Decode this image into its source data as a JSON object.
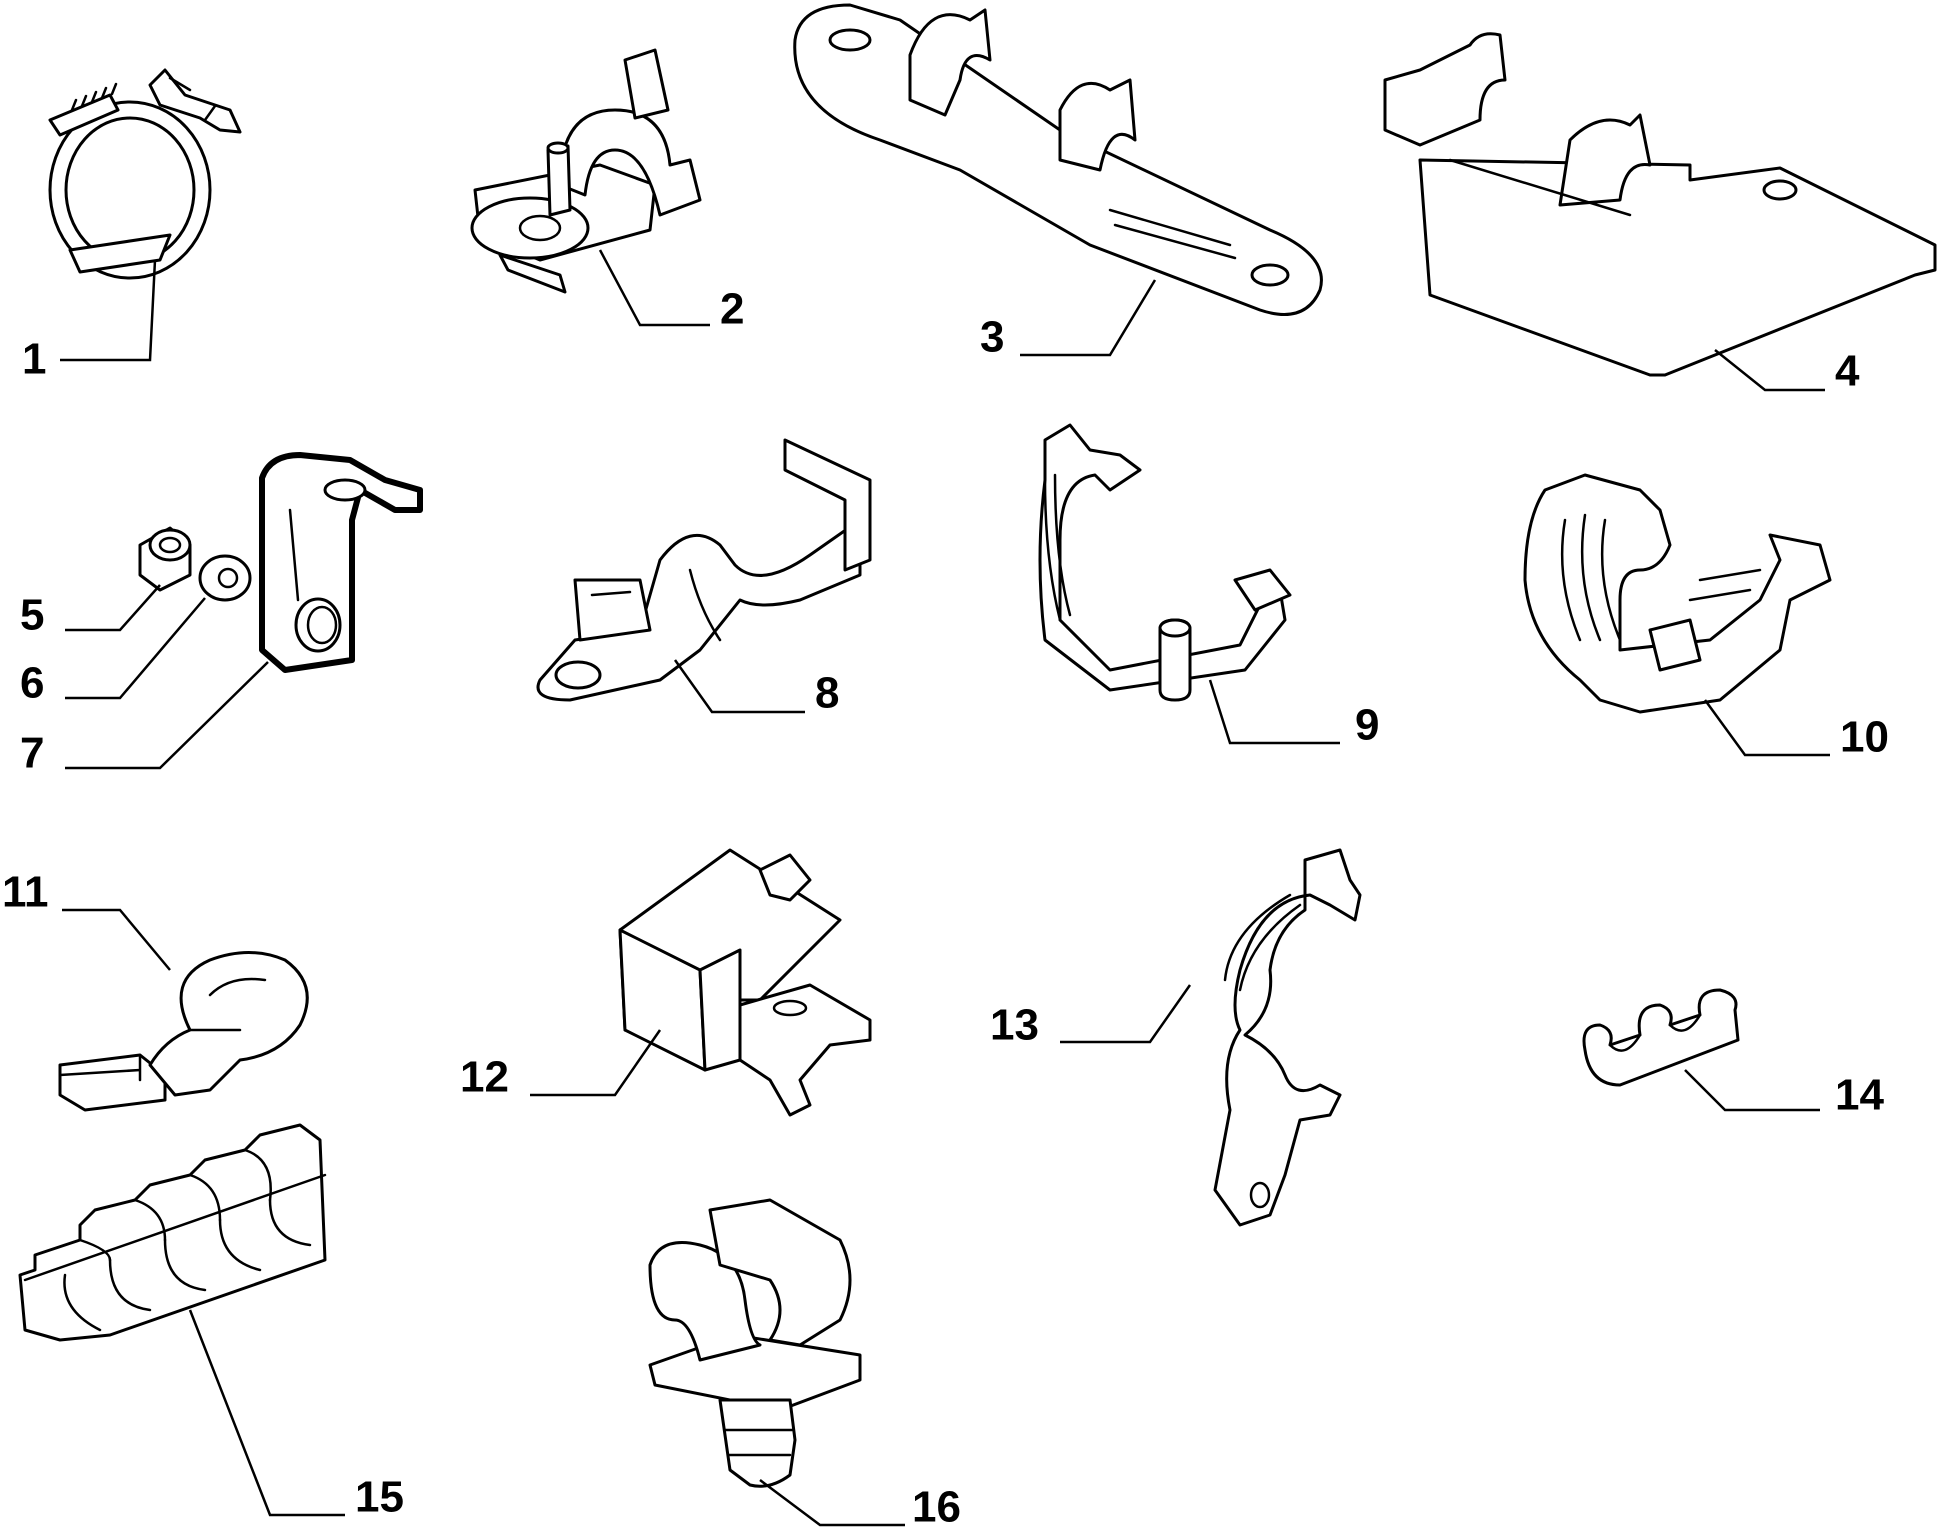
{
  "parts": [
    {
      "id": "1",
      "label": "1",
      "icon": "band-clamp-icon"
    },
    {
      "id": "2",
      "label": "2",
      "icon": "pipe-clip-with-stud-icon"
    },
    {
      "id": "3",
      "label": "3",
      "icon": "double-clip-bracket-icon"
    },
    {
      "id": "4",
      "label": "4",
      "icon": "double-clip-plate-icon"
    },
    {
      "id": "5",
      "label": "5",
      "icon": "nut-icon"
    },
    {
      "id": "6",
      "label": "6",
      "icon": "washer-icon"
    },
    {
      "id": "7",
      "label": "7",
      "icon": "angle-bracket-icon"
    },
    {
      "id": "8",
      "label": "8",
      "icon": "saddle-clip-icon"
    },
    {
      "id": "9",
      "label": "9",
      "icon": "wire-clamp-icon"
    },
    {
      "id": "10",
      "label": "10",
      "icon": "snap-clip-icon"
    },
    {
      "id": "11",
      "label": "11",
      "icon": "p-clip-icon"
    },
    {
      "id": "12",
      "label": "12",
      "icon": "box-bracket-icon"
    },
    {
      "id": "13",
      "label": "13",
      "icon": "curved-strap-clip-icon"
    },
    {
      "id": "14",
      "label": "14",
      "icon": "triple-pipe-clip-icon"
    },
    {
      "id": "15",
      "label": "15",
      "icon": "quad-pipe-holder-icon"
    },
    {
      "id": "16",
      "label": "16",
      "icon": "push-pin-clip-icon"
    }
  ]
}
